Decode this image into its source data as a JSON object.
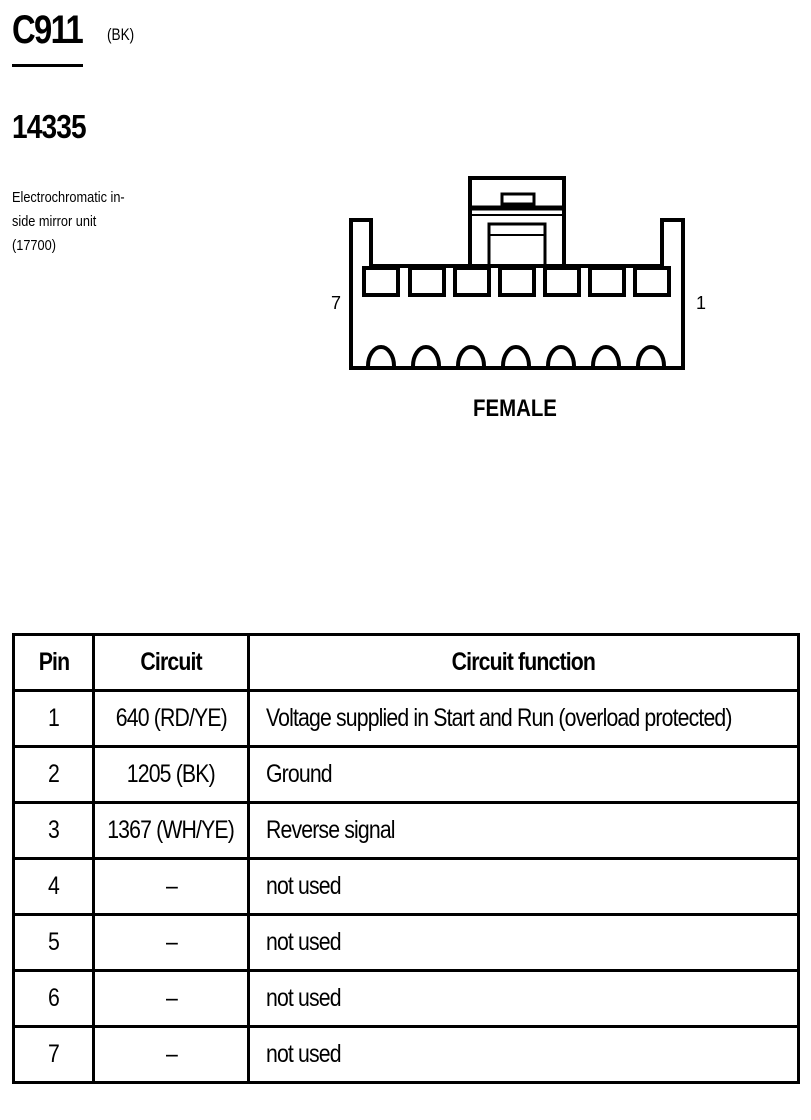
{
  "header": {
    "connector_id": "C911",
    "connector_color": "(BK)",
    "part_number": "14335",
    "component_lines": [
      "Electrochromatic in-",
      "side mirror unit",
      "(17700)"
    ]
  },
  "diagram": {
    "pin_left_label": "7",
    "pin_right_label": "1",
    "gender_label": "FEMALE"
  },
  "table": {
    "headers": [
      "Pin",
      "Circuit",
      "Circuit function"
    ],
    "rows": [
      {
        "pin": "1",
        "circuit": "640 (RD/YE)",
        "function": "Voltage supplied in Start and Run (overload protected)"
      },
      {
        "pin": "2",
        "circuit": "1205 (BK)",
        "function": "Ground"
      },
      {
        "pin": "3",
        "circuit": "1367 (WH/YE)",
        "function": "Reverse signal"
      },
      {
        "pin": "4",
        "circuit": "–",
        "function": "not used"
      },
      {
        "pin": "5",
        "circuit": "–",
        "function": "not used"
      },
      {
        "pin": "6",
        "circuit": "–",
        "function": "not used"
      },
      {
        "pin": "7",
        "circuit": "–",
        "function": "not used"
      }
    ]
  }
}
